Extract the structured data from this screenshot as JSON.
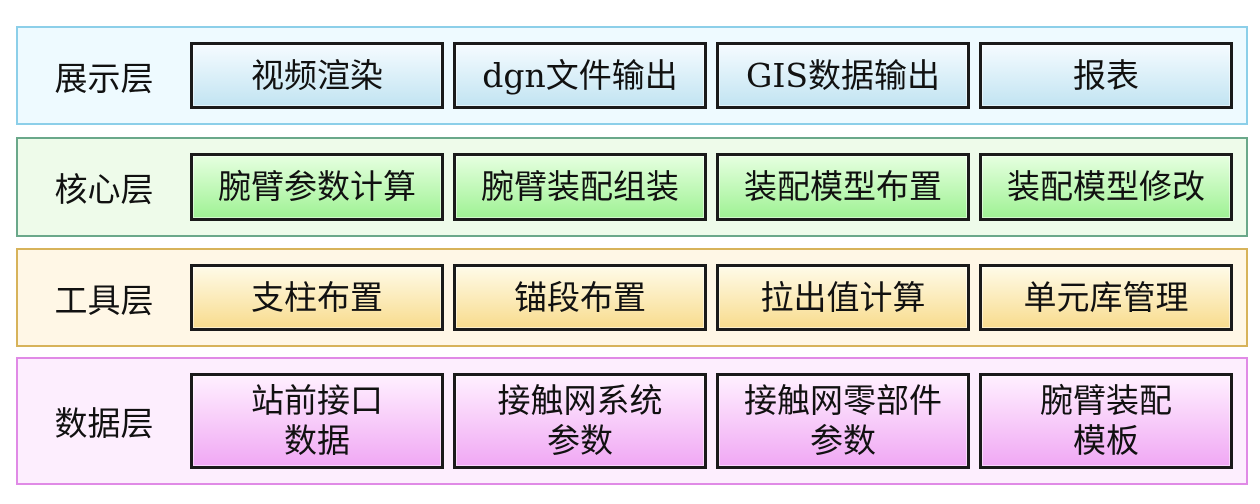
{
  "layers": [
    {
      "label": "展示层",
      "border": "#8ccfe9",
      "bg": "#eefaff",
      "box_grad": [
        "#f5fbff",
        "#c2e4f2"
      ],
      "items": [
        "视频渲染",
        "dgn文件输出",
        "GIS数据输出",
        "报表"
      ]
    },
    {
      "label": "核心层",
      "border": "#6aa88a",
      "bg": "#eefbea",
      "box_grad": [
        "#e6ffe0",
        "#9ff294"
      ],
      "items": [
        "腕臂参数计算",
        "腕臂装配组装",
        "装配模型布置",
        "装配模型修改"
      ]
    },
    {
      "label": "工具层",
      "border": "#d7b35a",
      "bg": "#fff7e6",
      "box_grad": [
        "#fffbe8",
        "#f8dc8e"
      ],
      "items": [
        "支柱布置",
        "锚段布置",
        "拉出值计算",
        "单元库管理"
      ]
    },
    {
      "label": "数据层",
      "border": "#e08ae6",
      "bg": "#fdeefe",
      "box_grad": [
        "#fff0ff",
        "#f0a8f4"
      ],
      "items": [
        "站前接口\n数据",
        "接触网系统\n参数",
        "接触网零部件\n参数",
        "腕臂装配\n模板"
      ]
    }
  ]
}
